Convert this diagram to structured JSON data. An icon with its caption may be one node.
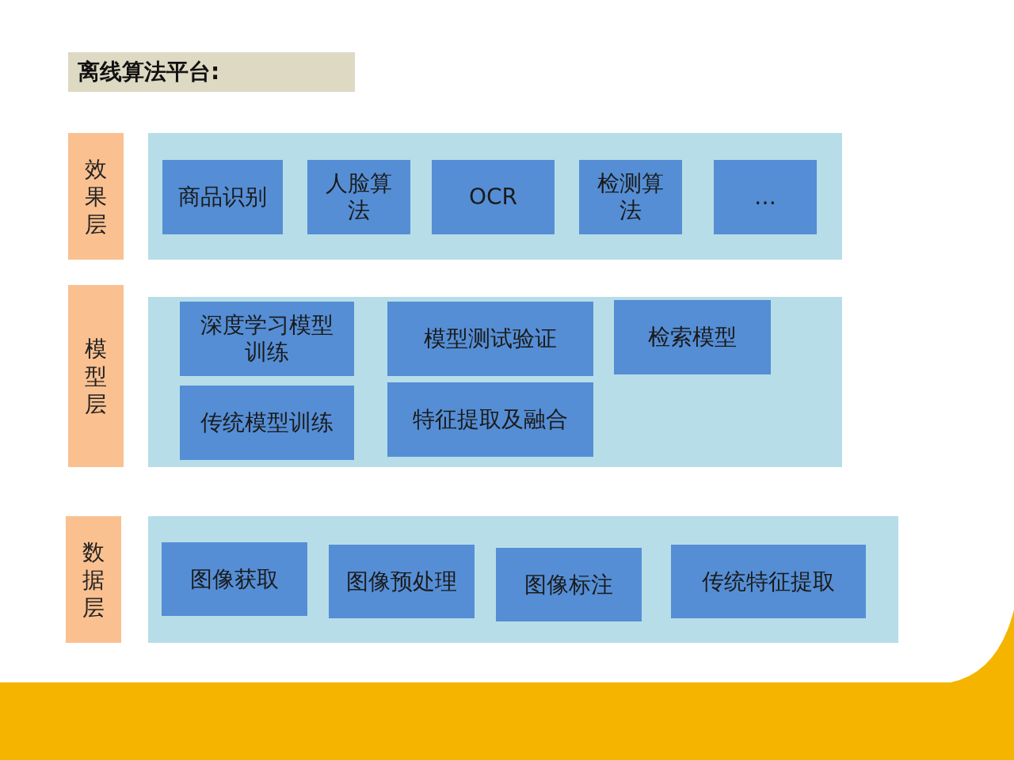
{
  "diagram": {
    "title": "离线算法平台:",
    "nodes": [
      {
        "text": [
          "效果层"
        ]
      },
      {
        "text": [],
        "shape": "box"
      },
      {
        "text": [
          "商品识别"
        ],
        "in": 1
      },
      {
        "text": [
          "人脸算法"
        ],
        "in": 1
      },
      {
        "text": [
          "OCR"
        ],
        "in": 1
      },
      {
        "text": [
          "检测算法"
        ],
        "in": 1
      },
      {
        "text": [
          "…"
        ],
        "in": 1
      },
      {
        "text": [
          "模型层"
        ]
      },
      {
        "text": [],
        "shape": "box"
      },
      {
        "text": [
          "深度学习模型训练"
        ],
        "in": 8
      },
      {
        "text": [
          "模型测试验证"
        ],
        "in": 8
      },
      {
        "text": [
          "检索模型"
        ],
        "in": 8
      },
      {
        "text": [
          "传统模型训练"
        ],
        "in": 8
      },
      {
        "text": [
          "特征提取及融合"
        ],
        "in": 8
      },
      {
        "text": [
          "数据层"
        ]
      },
      {
        "text": [],
        "shape": "box"
      },
      {
        "text": [
          "图像获取"
        ],
        "in": 15
      },
      {
        "text": [
          "图像预处理"
        ],
        "in": 15
      },
      {
        "text": [
          "图像标注"
        ],
        "in": 15
      },
      {
        "text": [
          "传统特征提取"
        ],
        "in": 15
      }
    ],
    "edges": []
  }
}
